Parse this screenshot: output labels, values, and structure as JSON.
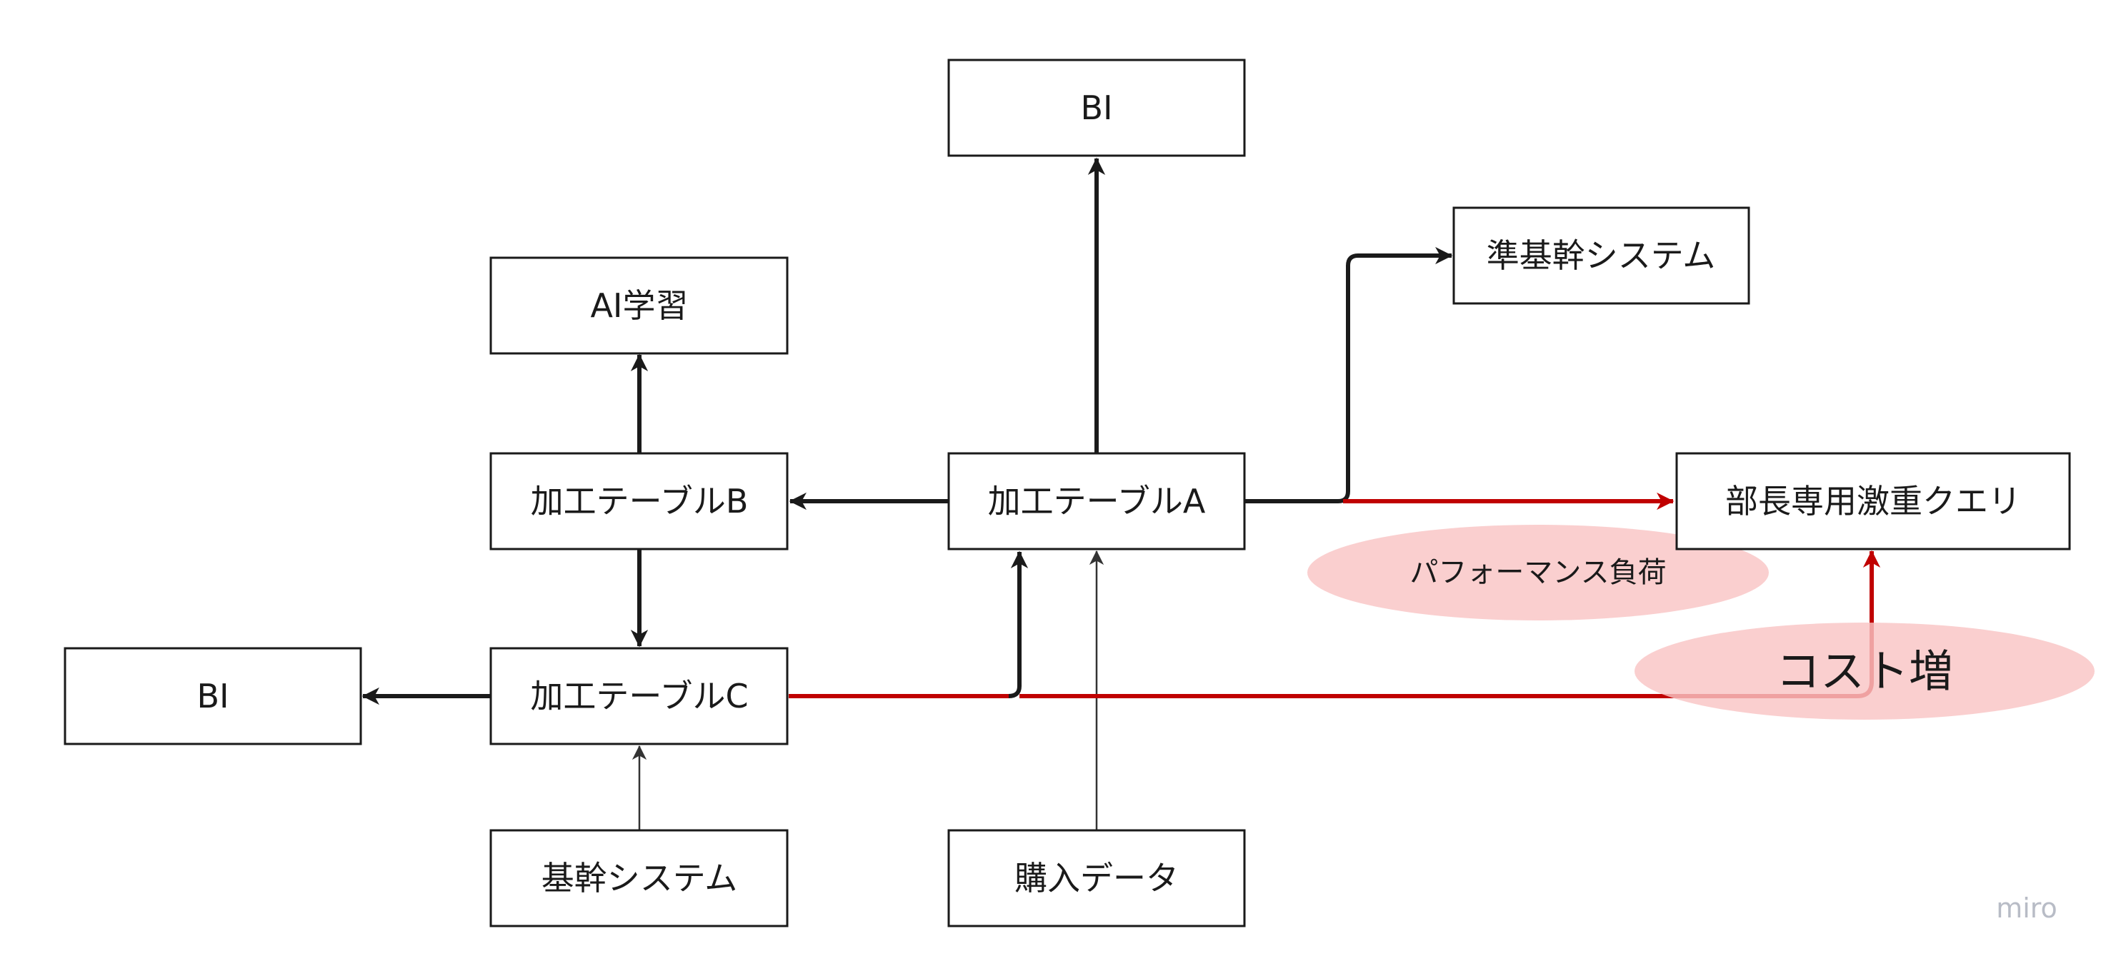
{
  "nodes": {
    "bi_top": "BI",
    "semi_core_system": "準基幹システム",
    "ai_training": "AI学習",
    "processed_table_b": "加工テーブルB",
    "processed_table_a": "加工テーブルA",
    "manager_heavy_query": "部長専用激重クエリ",
    "bi_left": "BI",
    "processed_table_c": "加工テーブルC",
    "core_system": "基幹システム",
    "purchase_data": "購入データ"
  },
  "callouts": {
    "performance_load": "パフォーマンス負荷",
    "cost_increase": "コスト増"
  },
  "watermark": "miro",
  "colors": {
    "edge": "#1a1a1a",
    "warning_edge": "#c00000",
    "callout_fill": "#f9c4c4"
  }
}
